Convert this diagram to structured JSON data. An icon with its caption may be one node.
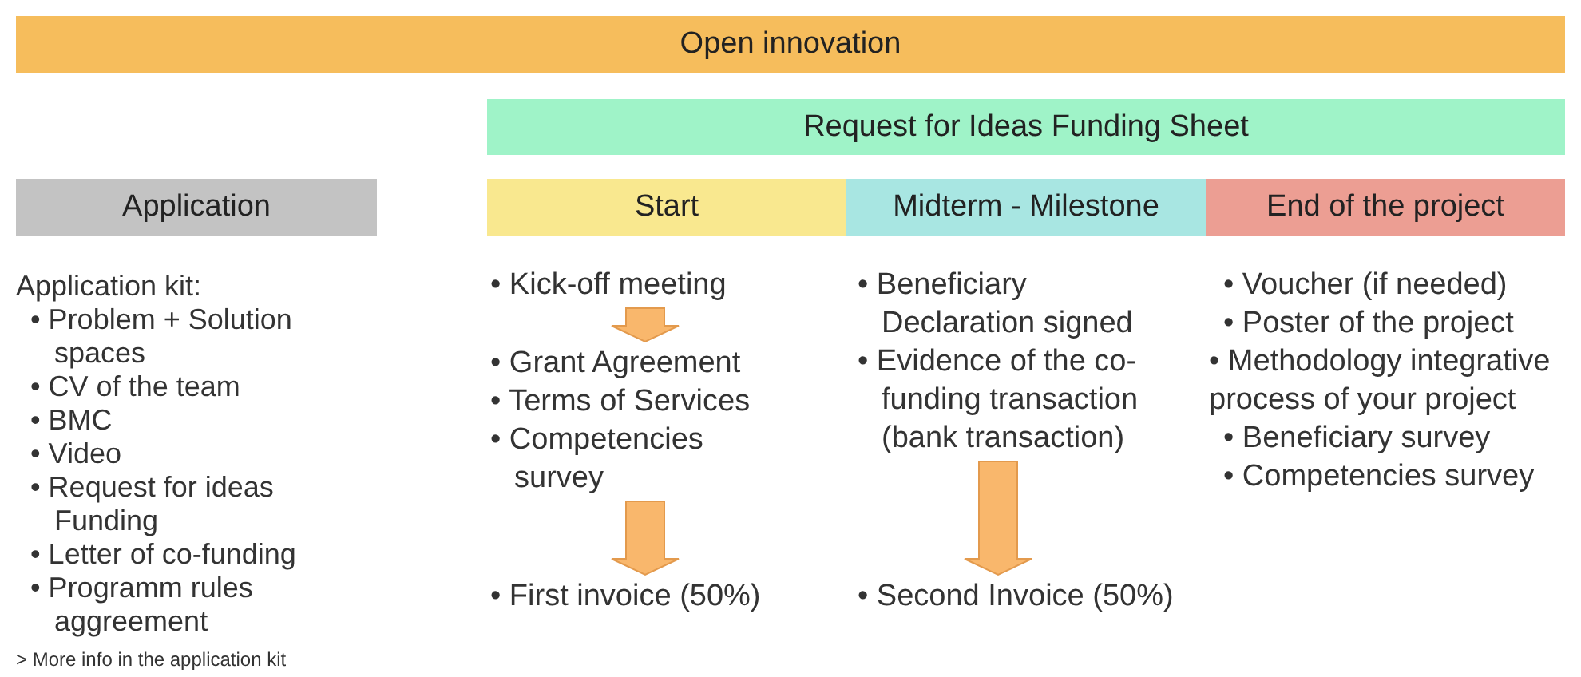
{
  "diagram": {
    "nodes": [
      {
        "text": [
          "Open innovation"
        ]
      },
      {
        "text": [
          "Request for Ideas Funding Sheet"
        ]
      },
      {
        "text": [
          "Application"
        ]
      },
      {
        "text": [
          "Start"
        ]
      },
      {
        "text": [
          "Midterm - Milestone"
        ]
      },
      {
        "text": [
          "End of the project"
        ]
      },
      {
        "text": [
          "• Kick-off meeting"
        ]
      },
      {
        "text": [
          "• Grant Agreement",
          "• Terms of Services",
          "• Competencies survey"
        ]
      },
      {
        "text": [
          "• First invoice (50%)"
        ]
      },
      {
        "text": [
          "• Beneficiary Declaration signed",
          "• Evidence of the co-funding transaction (bank transaction)"
        ]
      },
      {
        "text": [
          "• Second Invoice (50%)"
        ]
      }
    ],
    "edges": [
      {
        "from": 6,
        "to": 7,
        "arrow": "to"
      },
      {
        "from": 7,
        "to": 8,
        "arrow": "to"
      },
      {
        "from": 9,
        "to": 10,
        "arrow": "to"
      }
    ],
    "labels": [
      "Application kit:",
      "• Problem + Solution spaces",
      "• CV of the team",
      "• BMC",
      "• Video",
      "• Request for ideas Funding",
      "• Letter of co-funding",
      "• Programm rules aggreement",
      "> More info in the application kit",
      "• Voucher (if needed)",
      "• Poster of the project",
      "• Methodology integrative process of your project",
      "• Beneficiary survey",
      "• Competencies survey"
    ]
  }
}
